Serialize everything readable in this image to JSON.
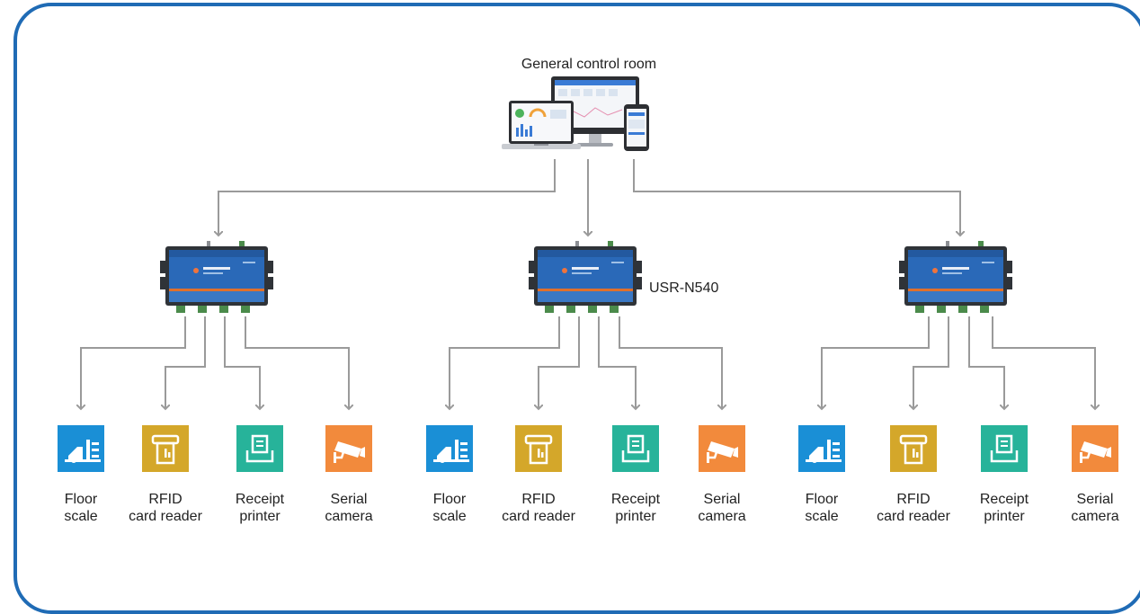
{
  "control_room": {
    "title": "General control room"
  },
  "gateway": {
    "model": "USR-N540"
  },
  "peripherals": [
    {
      "type": "floor-scale",
      "line1": "Floor",
      "line2": "scale",
      "color": "#1a8fd6"
    },
    {
      "type": "rfid",
      "line1": "RFID",
      "line2": "card reader",
      "color": "#d4a72a"
    },
    {
      "type": "printer",
      "line1": "Receipt",
      "line2": "printer",
      "color": "#27b39a"
    },
    {
      "type": "camera",
      "line1": "Serial",
      "line2": "camera",
      "color": "#f28a3c"
    }
  ],
  "colors": {
    "frame": "#1f6bb5",
    "connector": "#9a9a9a"
  }
}
